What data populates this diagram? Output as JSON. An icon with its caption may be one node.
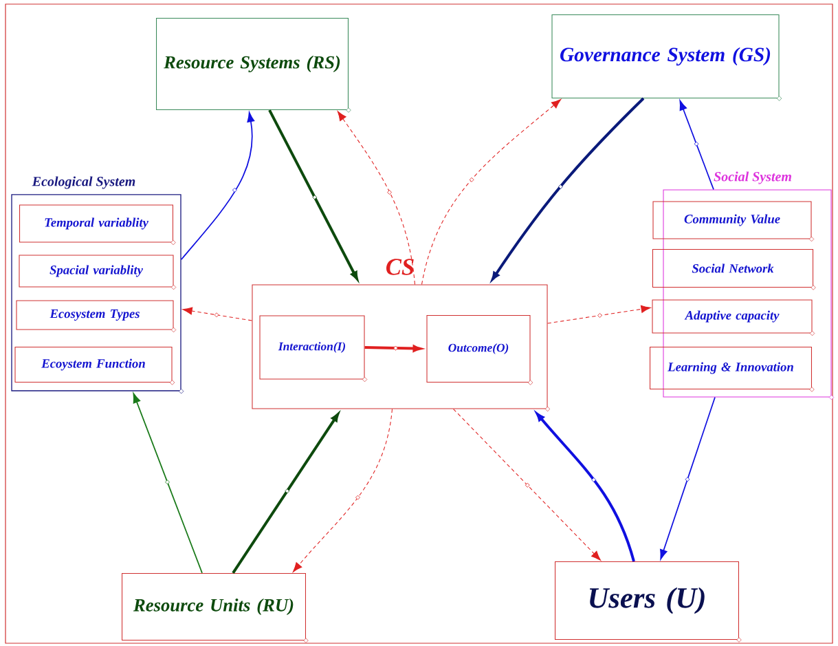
{
  "diagram": {
    "nodes": [
      {
        "text": [
          "Resource Systems (RS)"
        ]
      },
      {
        "text": [
          "Governance System (GS)"
        ]
      },
      {
        "text": [
          "Ecological System"
        ]
      },
      {
        "text": [
          "Temporal variablity"
        ],
        "in": 2
      },
      {
        "text": [
          "Spacial variablity"
        ],
        "in": 2
      },
      {
        "text": [
          "Ecosystem Types"
        ],
        "in": 2
      },
      {
        "text": [
          "Ecoystem Function"
        ],
        "in": 2
      },
      {
        "text": [
          "CS"
        ]
      },
      {
        "text": [
          "Interaction(I)"
        ],
        "in": 7
      },
      {
        "text": [
          "Outcome(O)"
        ],
        "in": 7
      },
      {
        "text": [
          "Social System"
        ]
      },
      {
        "text": [
          "Community Value"
        ]
      },
      {
        "text": [
          "Social Network"
        ]
      },
      {
        "text": [
          "Adaptive capacity"
        ]
      },
      {
        "text": [
          "Learning & Innovation"
        ]
      },
      {
        "text": [
          "Resource Units (RU)"
        ]
      },
      {
        "text": [
          "Users (U)"
        ]
      }
    ],
    "edges": [
      {
        "from": 2,
        "to": 0,
        "arrow": "to",
        "color": "#1010e0"
      },
      {
        "from": 0,
        "to": 7,
        "arrow": "to",
        "style": "thick",
        "color": "#0d4a0d"
      },
      {
        "from": 7,
        "to": 0,
        "arrow": "to",
        "style": "dashed"
      },
      {
        "from": 7,
        "to": 1,
        "arrow": "to",
        "style": "dashed"
      },
      {
        "from": 1,
        "to": 7,
        "arrow": "to",
        "style": "thick",
        "color": "#0a1a7a"
      },
      {
        "from": 10,
        "to": 1,
        "arrow": "to",
        "color": "#1010e0"
      },
      {
        "from": 7,
        "to": 2,
        "arrow": "to",
        "style": "dashed"
      },
      {
        "from": 8,
        "to": 9,
        "arrow": "to",
        "style": "thick"
      },
      {
        "from": 7,
        "to": 13,
        "arrow": "to",
        "style": "dashed"
      },
      {
        "from": 15,
        "to": 2,
        "arrow": "to",
        "color": "#1a7a1a"
      },
      {
        "from": 15,
        "to": 7,
        "arrow": "to",
        "style": "thick",
        "color": "#0d4a0d"
      },
      {
        "from": 7,
        "to": 15,
        "arrow": "to",
        "style": "dashed"
      },
      {
        "from": 16,
        "to": 7,
        "arrow": "to",
        "style": "thick",
        "color": "#1010e0"
      },
      {
        "from": 7,
        "to": 16,
        "arrow": "to",
        "style": "dashed"
      },
      {
        "from": 10,
        "to": 16,
        "arrow": "to",
        "color": "#1010e0"
      }
    ]
  }
}
